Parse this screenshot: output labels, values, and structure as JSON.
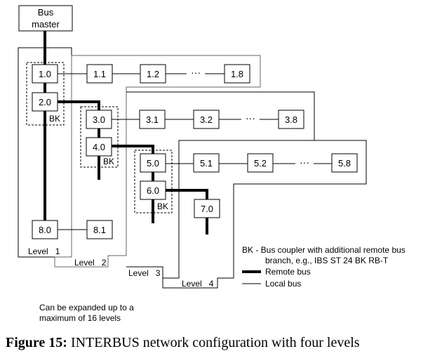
{
  "bus_master": {
    "line1": "Bus",
    "line2": "master"
  },
  "nodes": {
    "n1_0": "1.0",
    "n1_1": "1.1",
    "n1_2": "1.2",
    "n1_8": "1.8",
    "n2_0": "2.0",
    "n3_0": "3.0",
    "n3_1": "3.1",
    "n3_2": "3.2",
    "n3_8": "3.8",
    "n4_0": "4.0",
    "n5_0": "5.0",
    "n5_1": "5.1",
    "n5_2": "5.2",
    "n5_8": "5.8",
    "n6_0": "6.0",
    "n7_0": "7.0",
    "n8_0": "8.0",
    "n8_1": "8.1"
  },
  "ellipsis": "···",
  "bk_label": "BK",
  "levels": {
    "level1": "Level   1",
    "level2": "Level   2",
    "level3": "Level   3",
    "level4": "Level   4"
  },
  "legend": {
    "bk_line1": "BK - Bus coupler with additional remote bus",
    "bk_line2": "branch, e.g., IBS ST 24 BK RB-T",
    "remote_bus": "Remote bus",
    "local_bus": "Local bus"
  },
  "note": {
    "line1": "Can be expanded up to a",
    "line2": "maximum of 16 levels"
  },
  "caption": {
    "prefix": "Figure 15:",
    "text": " INTERBUS network configuration with four levels"
  }
}
